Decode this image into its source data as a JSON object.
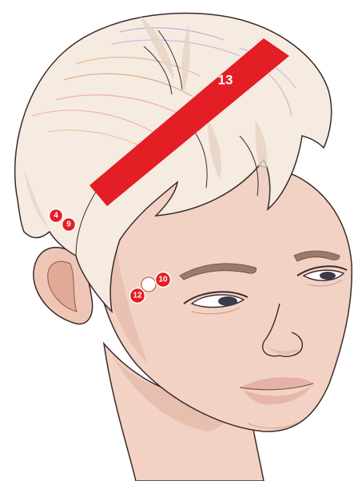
{
  "illustration": {
    "subject": "head-illustration",
    "colors": {
      "skin": "#f2d2c4",
      "skin_shadow": "#e3b6a6",
      "hair": "#f6ebe0",
      "hair_shadow": "#e6d4c4",
      "outline": "#3a2a2a",
      "brow": "#9b7a6a",
      "lips": "#e6b2a8",
      "marker_red": "#e31e24",
      "marker_white": "#ffffff"
    }
  },
  "markers": {
    "band": {
      "label": "13"
    },
    "point_4": {
      "label": "4"
    },
    "point_9": {
      "label": "9"
    },
    "point_10": {
      "label": "10"
    },
    "point_12": {
      "label": "12"
    }
  }
}
